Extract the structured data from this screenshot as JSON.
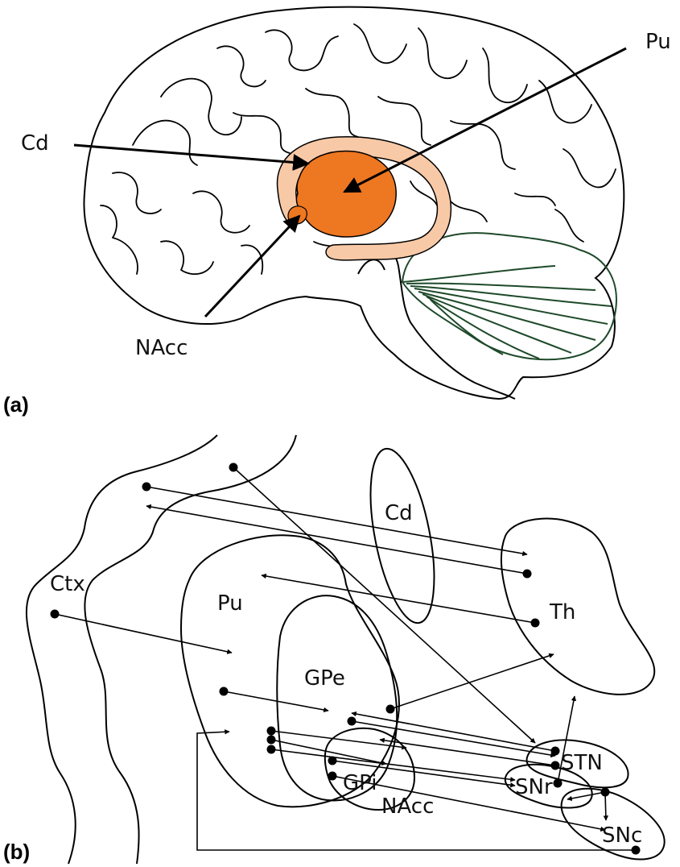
{
  "panel_a": {
    "label": "(a)",
    "structures": {
      "caudate": "Cd",
      "putamen": "Pu",
      "nucleus_accumbens": "NAcc"
    },
    "colors": {
      "caudate_fill": "#f8c9a6",
      "putamen_fill": "#ee7722",
      "cerebellum_stroke": "#1e4a2a"
    }
  },
  "panel_b": {
    "label": "(b)",
    "structures": {
      "cortex": "Ctx",
      "putamen": "Pu",
      "caudate": "Cd",
      "thalamus": "Th",
      "globus_pallidus_externa": "GPe",
      "globus_pallidus_interna": "GPi",
      "nucleus_accumbens": "NAcc",
      "subthalamic_nucleus": "STN",
      "substantia_nigra_reticulata": "SNr",
      "substantia_nigra_compacta": "SNc"
    }
  }
}
